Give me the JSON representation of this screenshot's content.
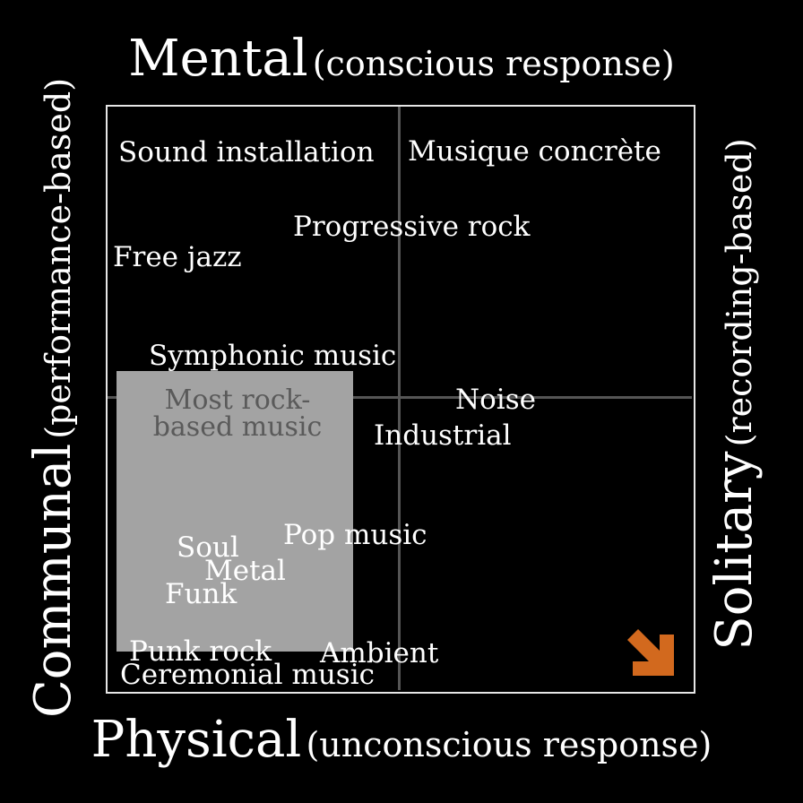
{
  "axes": {
    "top": {
      "main": "Mental",
      "note": "(conscious response)"
    },
    "bottom": {
      "main": "Physical",
      "note": "(unconscious response)"
    },
    "left": {
      "main": "Communal",
      "note": "(performance-based)"
    },
    "right": {
      "main": "Solitary",
      "note": "(recording-based)"
    }
  },
  "highlight": {
    "label": "Most rock-based music"
  },
  "genres": [
    "Sound installation",
    "Musique concrète",
    "Progressive rock",
    "Free jazz",
    "Symphonic music",
    "Noise",
    "Industrial",
    "Pop music",
    "Soul",
    "Metal",
    "Funk",
    "Punk rock",
    "Ambient",
    "Ceremonial music"
  ],
  "arrow": {
    "icon": "arrow-down-right-icon",
    "color": "#d2691e"
  }
}
